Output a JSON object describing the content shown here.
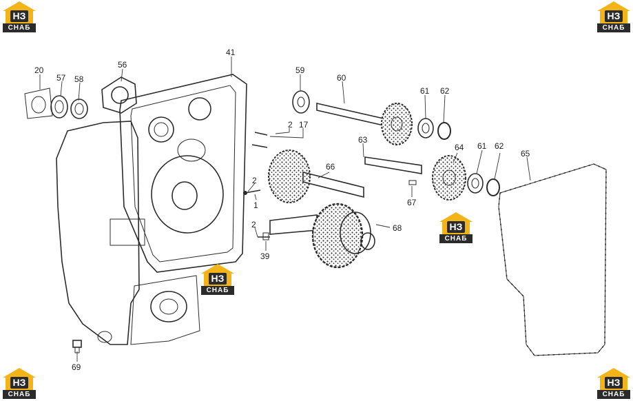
{
  "watermark": {
    "mark": "НЗ",
    "word": "СНАБ",
    "colors": {
      "roof": "#f2b418",
      "plate": "#2b2b2b",
      "text": "#ffffff"
    }
  },
  "callouts": {
    "c20": "20",
    "c57": "57",
    "c58": "58",
    "c56": "56",
    "c41": "41",
    "c59": "59",
    "c60": "60",
    "c61a": "61",
    "c62a": "62",
    "c2a": "2",
    "c17": "17",
    "c63": "63",
    "c64": "64",
    "c61b": "61",
    "c62b": "62",
    "c65": "65",
    "c66": "66",
    "c2b": "2",
    "c1": "1",
    "c67": "67",
    "c68": "68",
    "c2c": "2",
    "c39": "39",
    "c69": "69"
  },
  "colors": {
    "ink": "#2a2a2a",
    "shade": "#4a4a4a",
    "paper": "#ffffff"
  }
}
